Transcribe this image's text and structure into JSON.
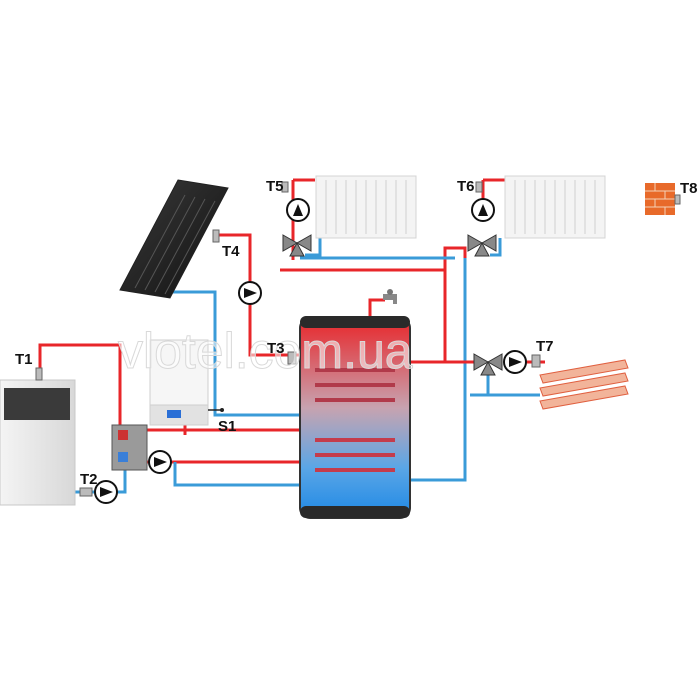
{
  "colors": {
    "hot_pipe": "#e8262a",
    "cold_pipe": "#3a9bd8",
    "tank_top": "#e8262a",
    "tank_bottom": "#1e88e5",
    "brick": "#e86a2a"
  },
  "labels": {
    "t1": "T1",
    "t2": "T2",
    "t3": "T3",
    "t4": "T4",
    "t5": "T5",
    "t6": "T6",
    "t7": "T7",
    "t8": "T8",
    "s1": "S1"
  },
  "watermark": "vlotel.com.ua",
  "icons": {
    "solar": "solar-collector-icon",
    "boiler": "boiler-icon",
    "gas_heater": "wall-heater-icon",
    "tank": "storage-tank-icon",
    "radiator": "radiator-icon",
    "pump": "pump-icon",
    "valve": "three-way-valve-icon",
    "tap": "faucet-icon",
    "wall": "brick-wall-icon",
    "floor": "underfloor-heating-icon",
    "exchanger": "heat-exchanger-icon"
  }
}
